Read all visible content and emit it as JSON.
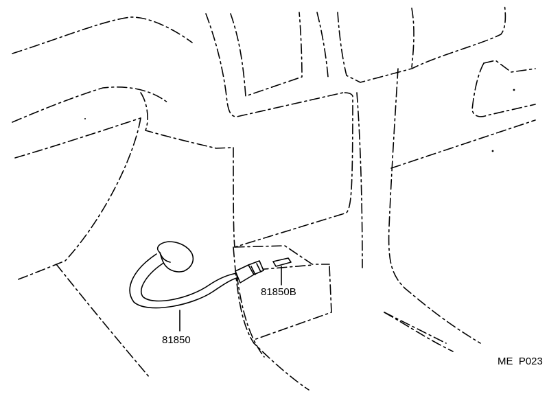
{
  "diagram": {
    "labels": {
      "cable_part": "81850",
      "connector_part": "81850B",
      "figure_code": "ME  P023"
    }
  }
}
